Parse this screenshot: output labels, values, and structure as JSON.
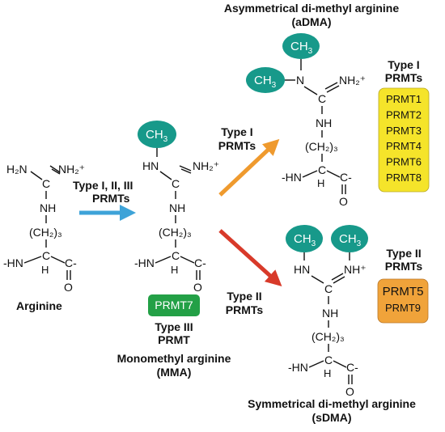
{
  "colors": {
    "ch3_fill": "#17998a",
    "arrow_blue": "#3ea3d8",
    "arrow_orange": "#ef9a2e",
    "arrow_red": "#d83a2a",
    "prmt7_box": "#23a046",
    "type1_box": "#f5e42a",
    "type2_box": "#f0a33a"
  },
  "ch3": {
    "main": "CH",
    "sub": "3"
  },
  "arginine": {
    "h2n": "H₂N",
    "nh2plus": "NH₂⁺",
    "nh": "NH",
    "ch2": "(CH₂)₃",
    "hn": "-HN",
    "h": "H",
    "c_minus": "C-",
    "o": "O",
    "c": "C",
    "label": "Arginine"
  },
  "mma": {
    "hn_top": "HN",
    "nh2plus": "NH₂⁺",
    "nh": "NH",
    "ch2": "(CH₂)₃",
    "hn": "-HN",
    "h": "H",
    "c_minus": "C-",
    "o": "O",
    "c": "C",
    "label_line1": "Monomethyl arginine",
    "label_line2": "(MMA)"
  },
  "adma": {
    "title_line1": "Asymmetrical di-methyl arginine",
    "title_line2": "(aDMA)",
    "n": "N",
    "nh2plus": "NH₂⁺",
    "nh": "NH",
    "ch2": "(CH₂)₃",
    "hn": "-HN",
    "h": "H",
    "c_minus": "C-",
    "o": "O",
    "c": "C"
  },
  "sdma": {
    "hn_top": "HN",
    "nhplus": "NH⁺",
    "nh": "NH",
    "ch2": "(CH₂)₃",
    "hn": "-HN",
    "h": "H",
    "c_minus": "C-",
    "o": "O",
    "c": "C",
    "title_line1": "Symmetrical di-methyl arginine",
    "title_line2": "(sDMA)"
  },
  "arrows": {
    "all_types_line1": "Type I, II, III",
    "all_types_line2": "PRMTs",
    "type1_line1": "Type I",
    "type1_line2": "PRMTs",
    "type2_line1": "Type II",
    "type2_line2": "PRMTs"
  },
  "type3": {
    "enzyme": "PRMT7",
    "label_line1": "Type III",
    "label_line2": "PRMT"
  },
  "type1_panel": {
    "label_line1": "Type I",
    "label_line2": "PRMTs",
    "enzymes": [
      "PRMT1",
      "PRMT2",
      "PRMT3",
      "PRMT4",
      "PRMT6",
      "PRMT8"
    ]
  },
  "type2_panel": {
    "label_line1": "Type II",
    "label_line2": "PRMTs",
    "enzymes": [
      "PRMT5",
      "PRMT9"
    ]
  }
}
